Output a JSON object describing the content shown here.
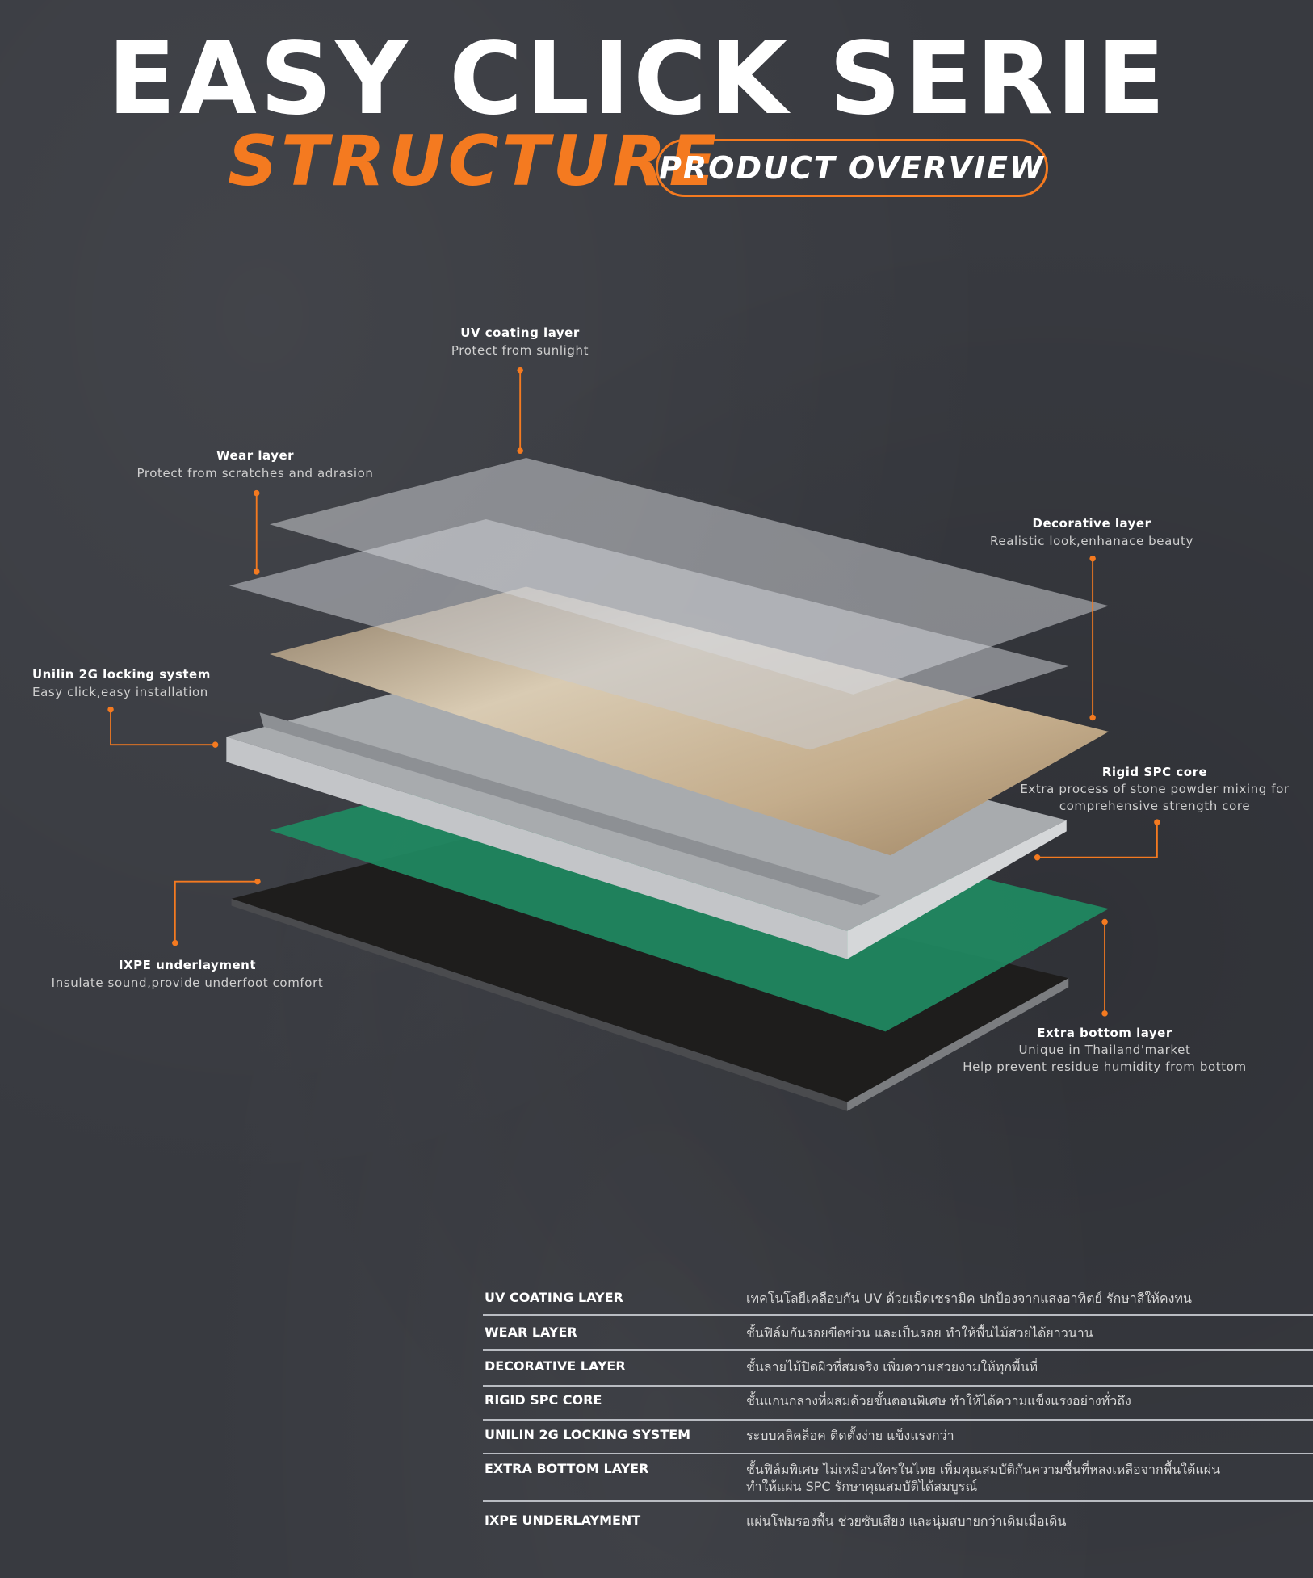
{
  "header": {
    "title": "EASY CLICK SERIE",
    "subtitle": "STRUCTURE",
    "badge": "PRODUCT OVERVIEW"
  },
  "colors": {
    "accent": "#f47a20",
    "background": "#383a40",
    "green_layer": "#1f8a62",
    "black_layer": "#1e1d1c"
  },
  "callouts": [
    {
      "title": "UV coating layer",
      "desc": [
        "Protect from sunlight"
      ]
    },
    {
      "title": "Wear layer",
      "desc": [
        "Protect from scratches and adrasion"
      ]
    },
    {
      "title": "Decorative layer",
      "desc": [
        "Realistic look,enhanace beauty"
      ]
    },
    {
      "title": "Unilin 2G locking system",
      "desc": [
        "Easy click,easy installation"
      ]
    },
    {
      "title": "Rigid SPC core",
      "desc": [
        "Extra process of stone powder mixing for",
        "comprehensive strength core"
      ]
    },
    {
      "title": "IXPE underlayment",
      "desc": [
        "Insulate sound,provide underfoot comfort"
      ]
    },
    {
      "title": "Extra bottom layer",
      "desc": [
        "Unique in Thailand'market",
        "Help prevent residue humidity from bottom"
      ]
    }
  ],
  "table": [
    {
      "label": "UV COATING LAYER",
      "desc": [
        "เทคโนโลยีเคลือบกัน UV ด้วยเม็ดเซรามิค ปกป้องจากแสงอาทิตย์ รักษาสีให้คงทน"
      ]
    },
    {
      "label": "WEAR LAYER",
      "desc": [
        "ชั้นฟิล์มกันรอยขีดข่วน และเป็นรอย ทำให้พื้นไม้สวยได้ยาวนาน"
      ]
    },
    {
      "label": "DECORATIVE LAYER",
      "desc": [
        "ชั้นลายไม้ปิดผิวที่สมจริง เพิ่มความสวยงามให้ทุกพื้นที่"
      ]
    },
    {
      "label": "RIGID SPC CORE",
      "desc": [
        "ชั้นแกนกลางที่ผสมด้วยขั้นตอนพิเศษ ทำให้ได้ความแข็งแรงอย่างทั่วถึง"
      ]
    },
    {
      "label": "UNILIN 2G LOCKING SYSTEM",
      "desc": [
        "ระบบคลิคล็อค ติดตั้งง่าย แข็งแรงกว่า"
      ]
    },
    {
      "label": "EXTRA BOTTOM LAYER",
      "desc": [
        "ชั้นฟิล์มพิเศษ ไม่เหมือนใครในไทย เพิ่มคุณสมบัติกันความชื้นที่หลงเหลือจากพื้นใต้แผ่น",
        "ทำให้แผ่น SPC รักษาคุณสมบัติได้สมบูรณ์"
      ]
    },
    {
      "label": "IXPE UNDERLAYMENT",
      "desc": [
        "แผ่นโฟมรองพื้น ช่วยซับเสียง และนุ่มสบายกว่าเดิมเมื่อเดิน"
      ]
    }
  ]
}
